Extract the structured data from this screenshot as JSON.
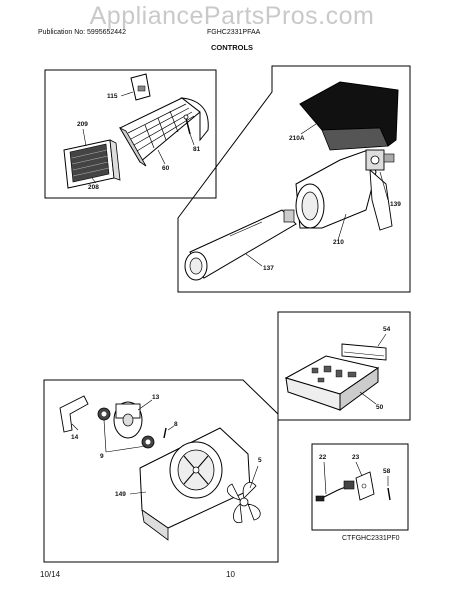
{
  "watermark": "AppliancePartsPros.com",
  "header": {
    "publication": "Publication No: 5995652442",
    "model": "FGHC2331PFAA",
    "section": "CONTROLS"
  },
  "footer": {
    "date": "10/14",
    "page": "10"
  },
  "diagram_code": "CTFGHC2331PF0",
  "callouts": {
    "c115": "115",
    "c209": "209",
    "c81": "81",
    "c60": "60",
    "c208": "208",
    "c210A": "210A",
    "c139": "139",
    "c210": "210",
    "c137": "137",
    "c54": "54",
    "c50": "50",
    "c13": "13",
    "c14": "14",
    "c8": "8",
    "c9": "9",
    "c5": "5",
    "c149": "149",
    "c22": "22",
    "c23": "23",
    "c58": "58"
  }
}
